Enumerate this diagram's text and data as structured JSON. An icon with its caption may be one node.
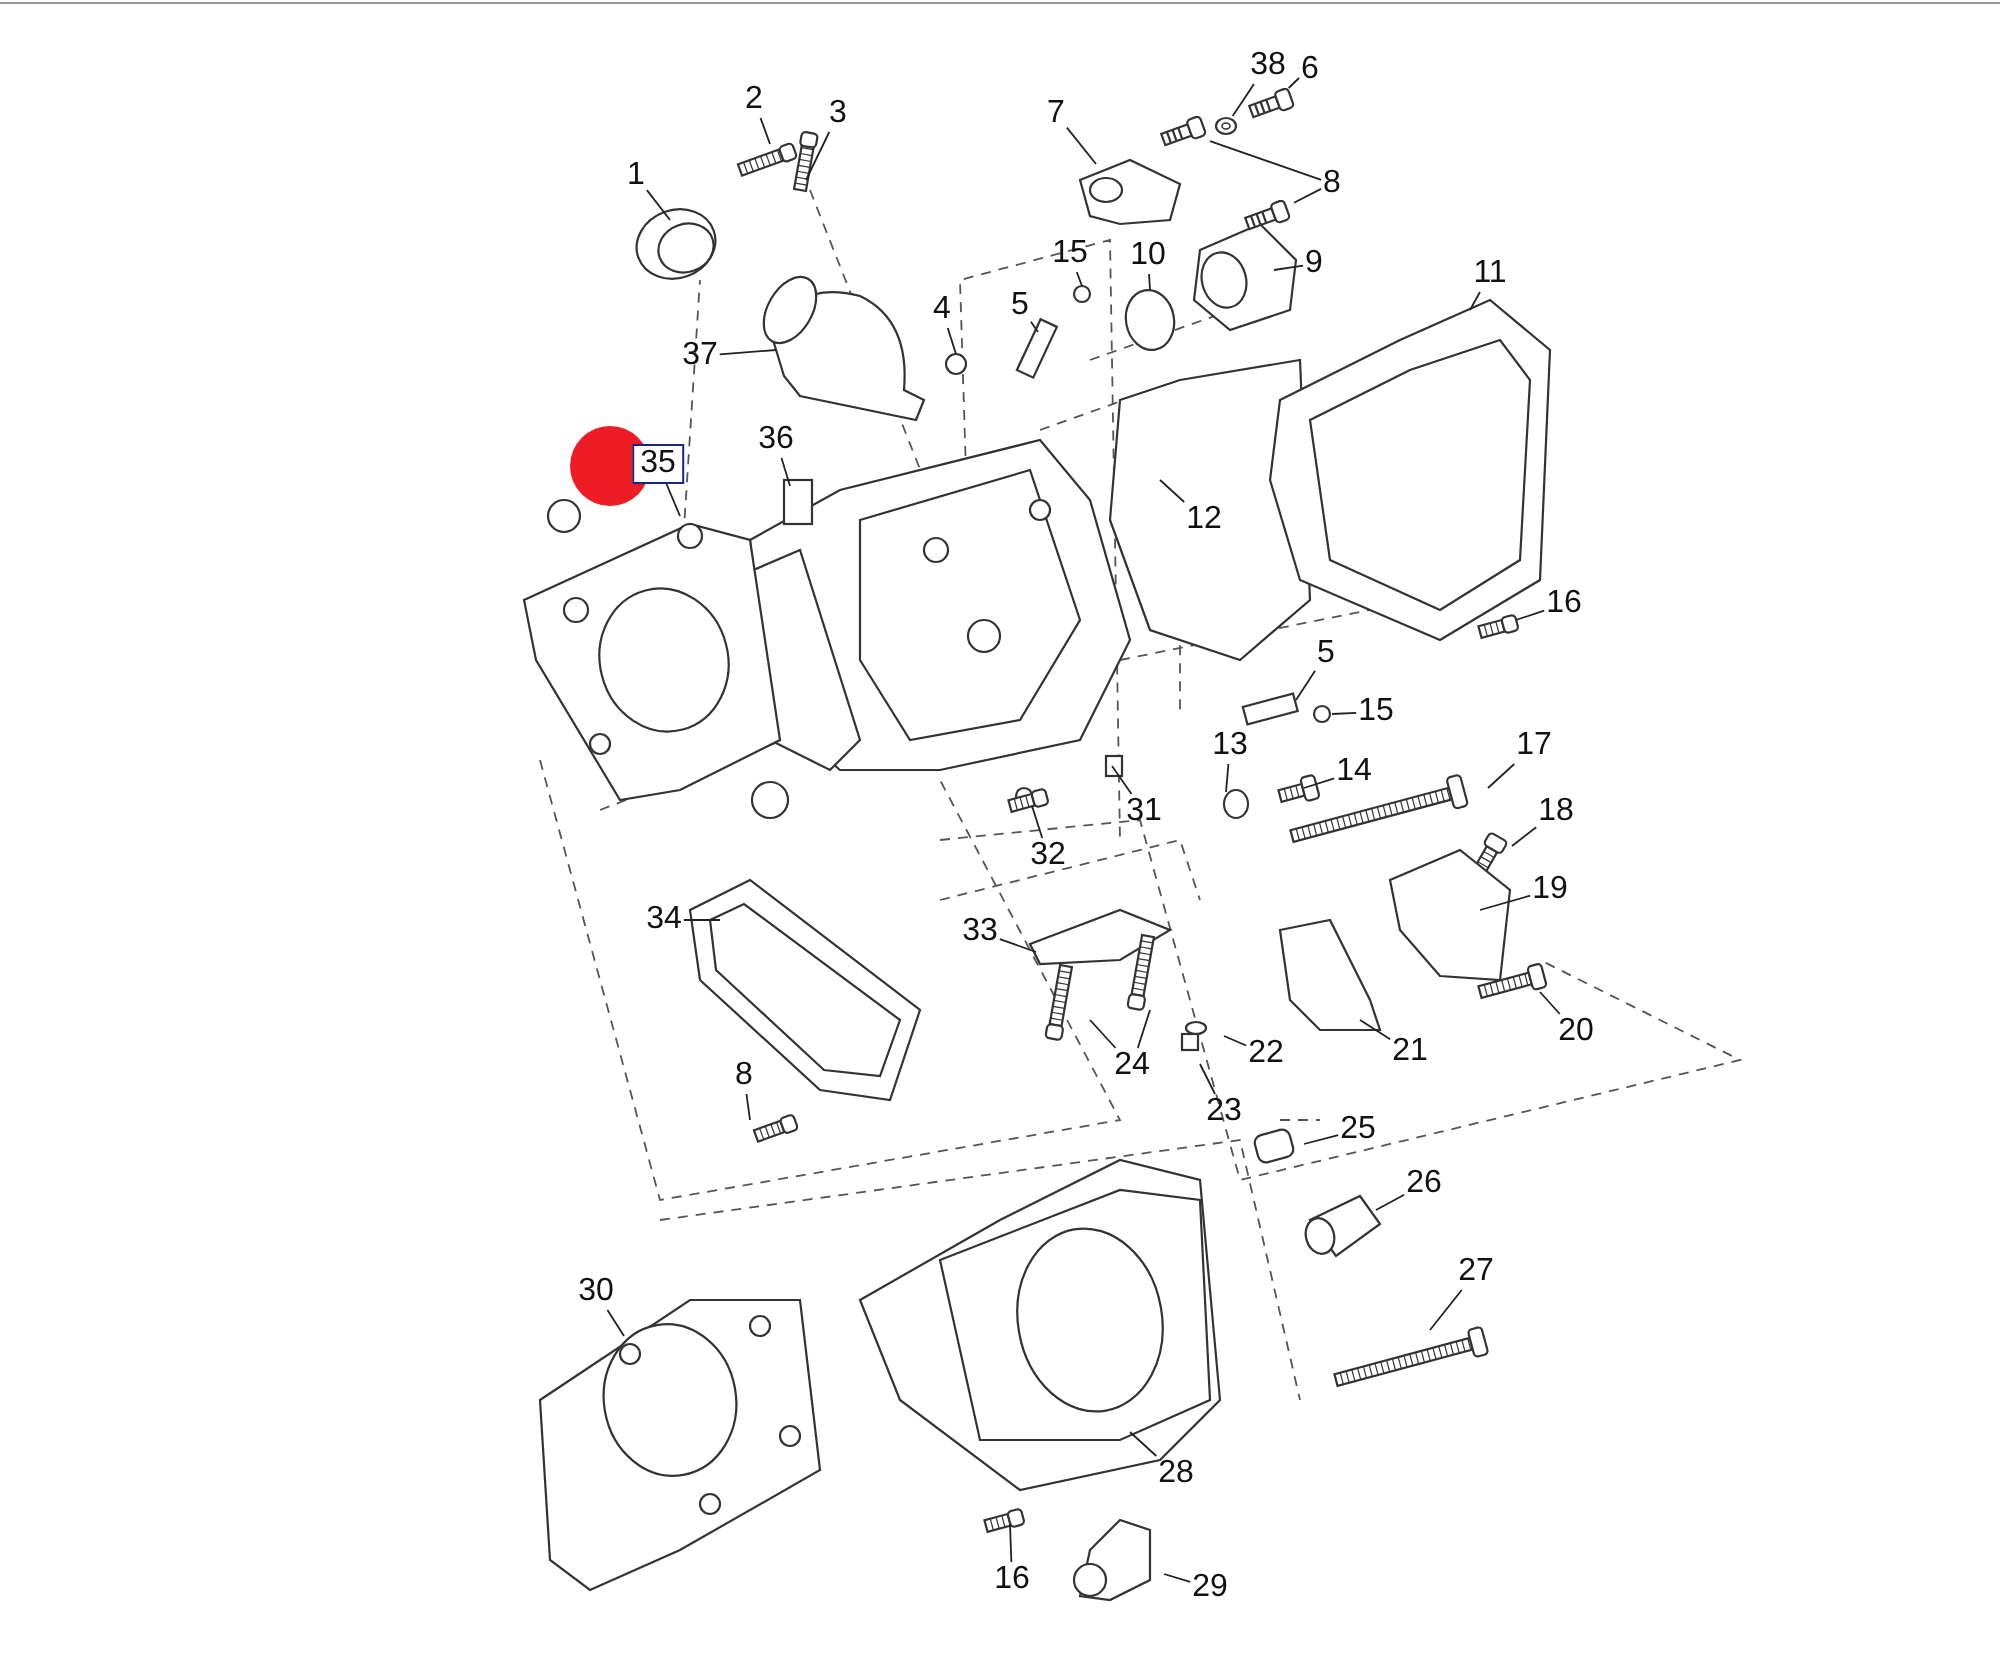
{
  "diagram": {
    "nodes": [
      {
        "text": [
          "1"
        ]
      },
      {
        "text": [
          "2"
        ]
      },
      {
        "text": [
          "3"
        ]
      },
      {
        "text": [
          "7"
        ]
      },
      {
        "text": [
          "38"
        ]
      },
      {
        "text": [
          "6"
        ]
      },
      {
        "text": [
          "8"
        ]
      },
      {
        "text": [
          "15"
        ]
      },
      {
        "text": [
          "10"
        ]
      },
      {
        "text": [
          "9"
        ]
      },
      {
        "text": [
          "4"
        ]
      },
      {
        "text": [
          "5"
        ]
      },
      {
        "text": [
          "37"
        ]
      },
      {
        "text": [
          "11"
        ]
      },
      {
        "text": [
          "35"
        ]
      },
      {
        "text": [
          "36"
        ]
      },
      {
        "text": [
          "12"
        ]
      },
      {
        "text": [
          "16"
        ]
      },
      {
        "text": [
          "5"
        ]
      },
      {
        "text": [
          "15"
        ]
      },
      {
        "text": [
          "13"
        ]
      },
      {
        "text": [
          "14"
        ]
      },
      {
        "text": [
          "17"
        ]
      },
      {
        "text": [
          "31"
        ]
      },
      {
        "text": [
          "18"
        ]
      },
      {
        "text": [
          "32"
        ]
      },
      {
        "text": [
          "19"
        ]
      },
      {
        "text": [
          "34"
        ]
      },
      {
        "text": [
          "33"
        ]
      },
      {
        "text": [
          "20"
        ]
      },
      {
        "text": [
          "22"
        ]
      },
      {
        "text": [
          "21"
        ]
      },
      {
        "text": [
          "24"
        ]
      },
      {
        "text": [
          "23"
        ]
      },
      {
        "text": [
          "8"
        ]
      },
      {
        "text": [
          "25"
        ]
      },
      {
        "text": [
          "26"
        ]
      },
      {
        "text": [
          "27"
        ]
      },
      {
        "text": [
          "30"
        ]
      },
      {
        "text": [
          "28"
        ]
      },
      {
        "text": [
          "16"
        ]
      },
      {
        "text": [
          "29"
        ]
      },
      {
        "text": [],
        "shape": "picture"
      },
      {
        "text": [],
        "shape": "picture"
      },
      {
        "text": [],
        "shape": "circle"
      },
      {
        "text": [],
        "shape": "picture"
      }
    ],
    "edges": [
      {
        "from": 0,
        "to": null,
        "arrow": "none"
      },
      {
        "from": 1,
        "to": null,
        "arrow": "none"
      },
      {
        "from": 2,
        "to": null,
        "arrow": "none"
      },
      {
        "from": 3,
        "to": null,
        "arrow": "none"
      },
      {
        "from": 4,
        "to": 44,
        "arrow": "none"
      },
      {
        "from": 5,
        "to": 42,
        "arrow": "none"
      },
      {
        "from": 6,
        "to": 45,
        "arrow": "none"
      },
      {
        "from": 6,
        "to": 43,
        "arrow": "none"
      },
      {
        "from": 7,
        "to": null,
        "arrow": "none"
      },
      {
        "from": 8,
        "to": null,
        "arrow": "none"
      },
      {
        "from": 9,
        "to": null,
        "arrow": "none"
      },
      {
        "from": 10,
        "to": null,
        "arrow": "none"
      },
      {
        "from": 11,
        "to": null,
        "arrow": "none"
      },
      {
        "from": 12,
        "to": null,
        "arrow": "none"
      },
      {
        "from": 13,
        "to": null,
        "arrow": "none"
      },
      {
        "from": 14,
        "to": null,
        "arrow": "none"
      },
      {
        "from": 15,
        "to": null,
        "arrow": "none"
      },
      {
        "from": 16,
        "to": null,
        "arrow": "none"
      },
      {
        "from": 17,
        "to": null,
        "arrow": "none"
      },
      {
        "from": 18,
        "to": null,
        "arrow": "none"
      },
      {
        "from": 19,
        "to": null,
        "arrow": "none"
      },
      {
        "from": 20,
        "to": null,
        "arrow": "none"
      },
      {
        "from": 21,
        "to": null,
        "arrow": "none"
      },
      {
        "from": 22,
        "to": null,
        "arrow": "none"
      },
      {
        "from": 23,
        "to": null,
        "arrow": "none"
      },
      {
        "from": 24,
        "to": null,
        "arrow": "none"
      },
      {
        "from": 25,
        "to": null,
        "arrow": "none"
      },
      {
        "from": 26,
        "to": null,
        "arrow": "none"
      },
      {
        "from": 27,
        "to": null,
        "arrow": "none"
      },
      {
        "from": 28,
        "to": null,
        "arrow": "none"
      },
      {
        "from": 29,
        "to": null,
        "arrow": "none"
      },
      {
        "from": 30,
        "to": null,
        "arrow": "none"
      },
      {
        "from": 31,
        "to": null,
        "arrow": "none"
      },
      {
        "from": 32,
        "to": null,
        "arrow": "none"
      },
      {
        "from": 32,
        "to": null,
        "arrow": "none"
      },
      {
        "from": 33,
        "to": null,
        "arrow": "none"
      },
      {
        "from": 34,
        "to": null,
        "arrow": "none"
      },
      {
        "from": 35,
        "to": null,
        "arrow": "none"
      },
      {
        "from": 36,
        "to": null,
        "arrow": "none"
      },
      {
        "from": 37,
        "to": null,
        "arrow": "none"
      },
      {
        "from": 38,
        "to": null,
        "arrow": "none"
      },
      {
        "from": 39,
        "to": null,
        "arrow": "none"
      },
      {
        "from": 40,
        "to": null,
        "arrow": "none"
      },
      {
        "from": 41,
        "to": null,
        "arrow": "none"
      }
    ]
  }
}
